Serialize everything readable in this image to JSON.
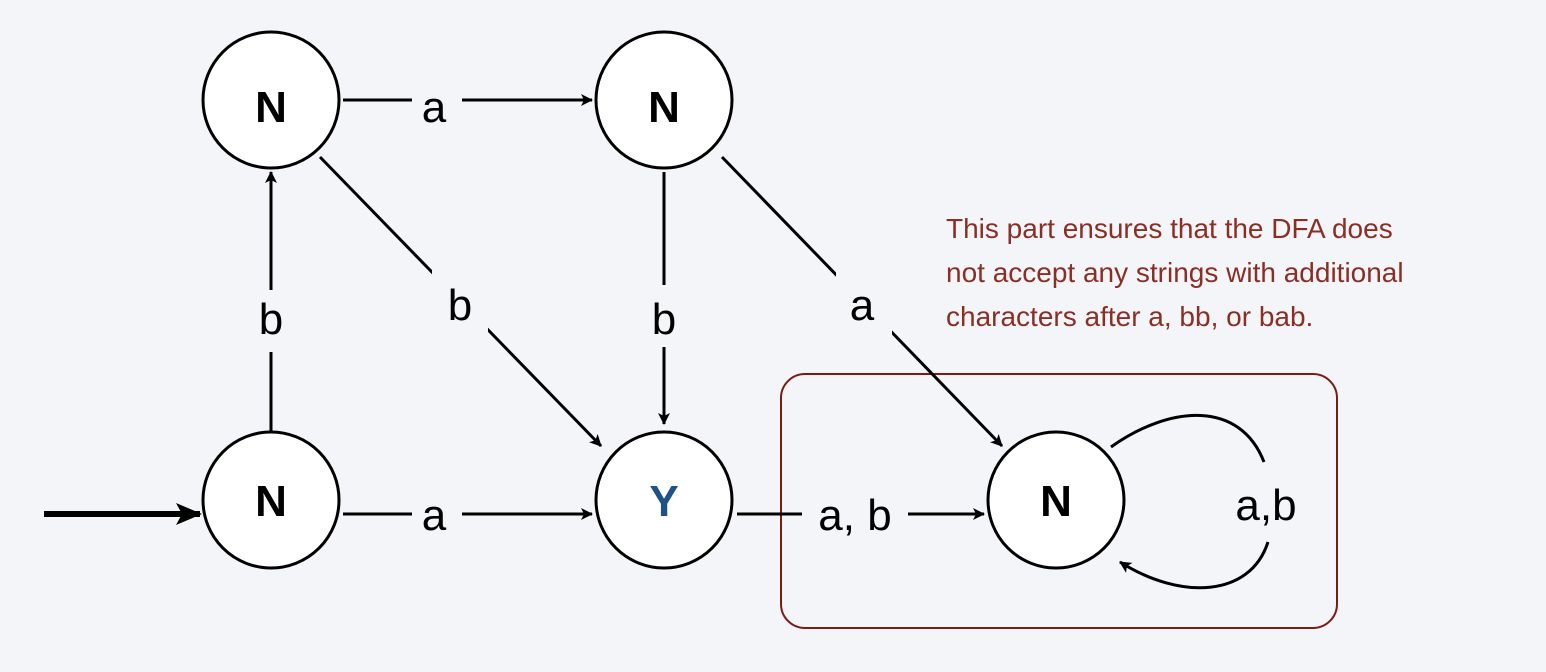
{
  "states": {
    "top_left": {
      "label": "N"
    },
    "top_mid": {
      "label": "N"
    },
    "bottom_left": {
      "label": "N"
    },
    "accept": {
      "label": "Y"
    },
    "trap": {
      "label": "N"
    }
  },
  "transitions": {
    "bottom_left_to_top_left": "b",
    "top_left_to_top_mid": "a",
    "top_left_to_accept": "b",
    "top_mid_to_accept": "b",
    "top_mid_to_trap": "a",
    "bottom_left_to_accept": "a",
    "accept_to_trap": "a, b",
    "trap_self_loop": "a,b"
  },
  "note": {
    "lines": [
      "This part ensures that the DFA does",
      "not accept any strings with additional",
      "characters after a, bb, or bab."
    ]
  },
  "colors": {
    "accept_label": "#1f5288",
    "note_text": "#8b2e24",
    "note_box": "#7a1c12",
    "background": "#f4f5f9"
  }
}
